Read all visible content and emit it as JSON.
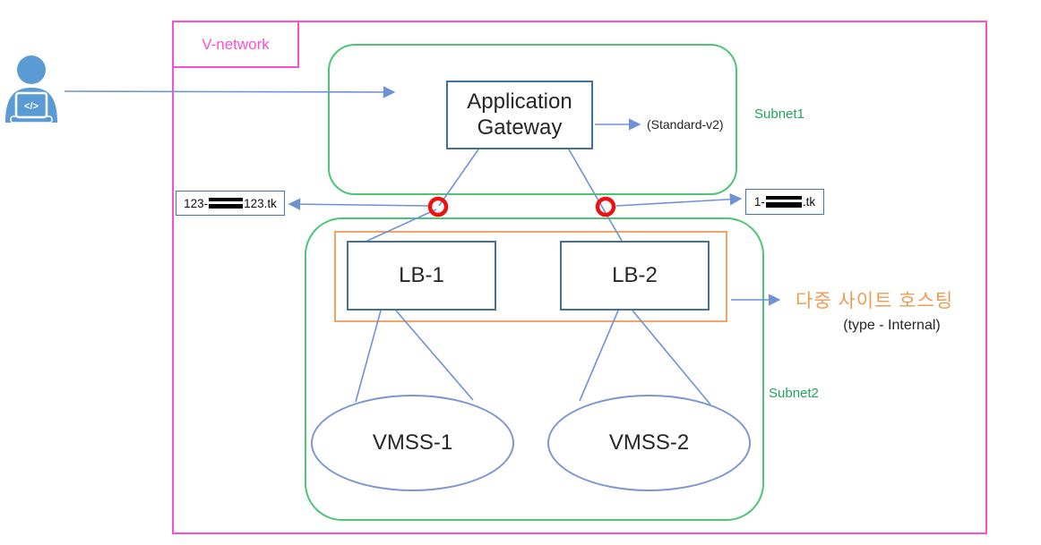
{
  "vnetwork": {
    "label": "V-network"
  },
  "subnet1": {
    "label": "Subnet1"
  },
  "subnet2": {
    "label": "Subnet2"
  },
  "app_gateway": {
    "label": "Application Gateway",
    "sku_label": "(Standard-v2)"
  },
  "load_balancers": {
    "lb1": "LB-1",
    "lb2": "LB-2"
  },
  "vmss": {
    "vmss1": "VMSS-1",
    "vmss2": "VMSS-2"
  },
  "dns_labels": {
    "left": {
      "prefix": "123-",
      "suffix": "123.tk"
    },
    "right": {
      "prefix": "1-",
      "suffix": ".tk"
    }
  },
  "hosting": {
    "label": "다중 사이트 호스팅",
    "type": "(type - Internal)"
  },
  "user": {
    "glyph": "</>"
  },
  "colors": {
    "magenta": "#FA4FD3",
    "green_border": "#4DC575",
    "green_text": "#22A45F",
    "orange_border": "#F2A369",
    "orange_text": "#ED9C54",
    "connector_blue": "#6D93D6",
    "node_border": "#41719C",
    "ellipse_border": "#7B97D3",
    "label_border": "#4472C4",
    "alert_red": "#EE1111",
    "user_blue": "#5B9BD5"
  }
}
